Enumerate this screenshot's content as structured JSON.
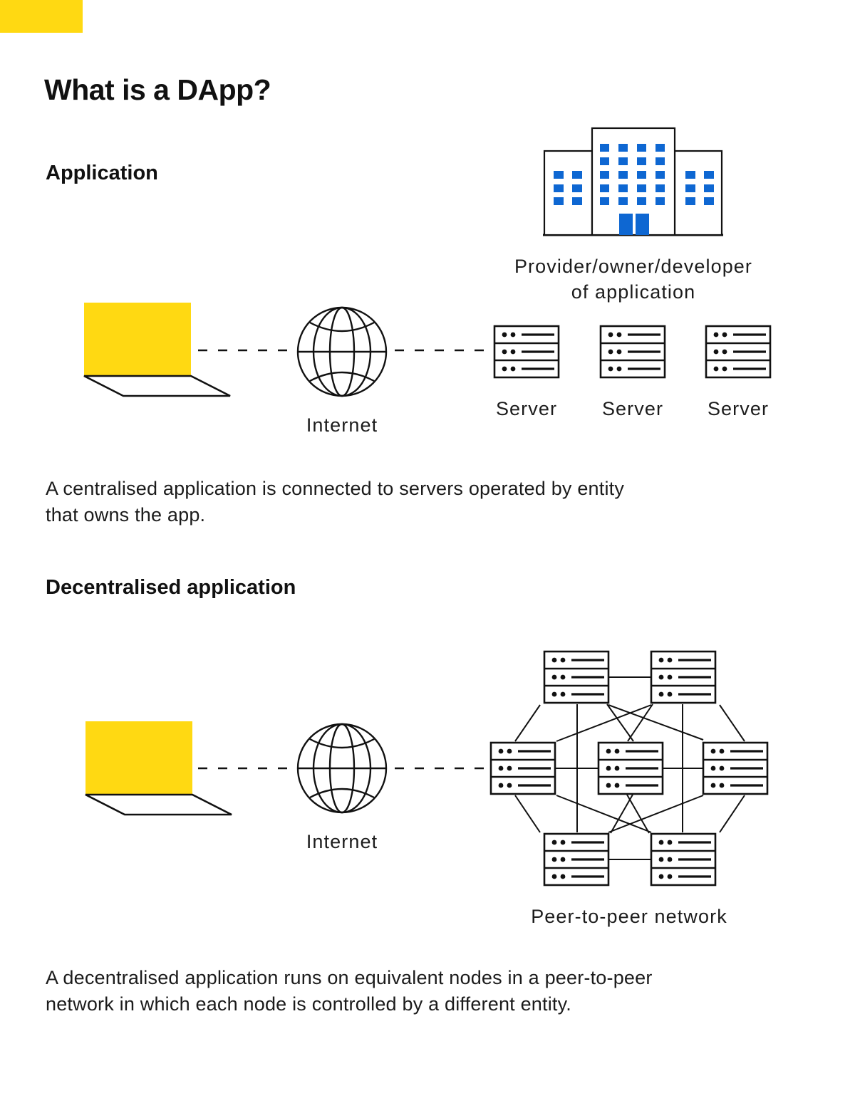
{
  "title": "What is a DApp?",
  "colors": {
    "accent_yellow": "#FFD912",
    "window_blue": "#0E67D2",
    "ink": "#111111",
    "background": "#FFFFFF"
  },
  "icons": {
    "laptop": "laptop-icon",
    "internet": "globe-icon",
    "server": "server-icon",
    "provider": "building-icon",
    "network": "p2p-network-icon"
  },
  "application": {
    "heading": "Application",
    "provider_lines": [
      "Provider/owner/developer",
      "of application"
    ],
    "server_labels": [
      "Server",
      "Server",
      "Server"
    ],
    "internet_label": "Internet",
    "caption_lines": [
      "A centralised application is connected to servers operated by entity",
      "that owns the app."
    ]
  },
  "decentralised": {
    "heading": "Decentralised application",
    "internet_label": "Internet",
    "network_label": "Peer-to-peer network",
    "caption_lines": [
      "A decentralised application runs on equivalent nodes in a peer-to-peer",
      "network in which each node is controlled by a different entity."
    ]
  }
}
